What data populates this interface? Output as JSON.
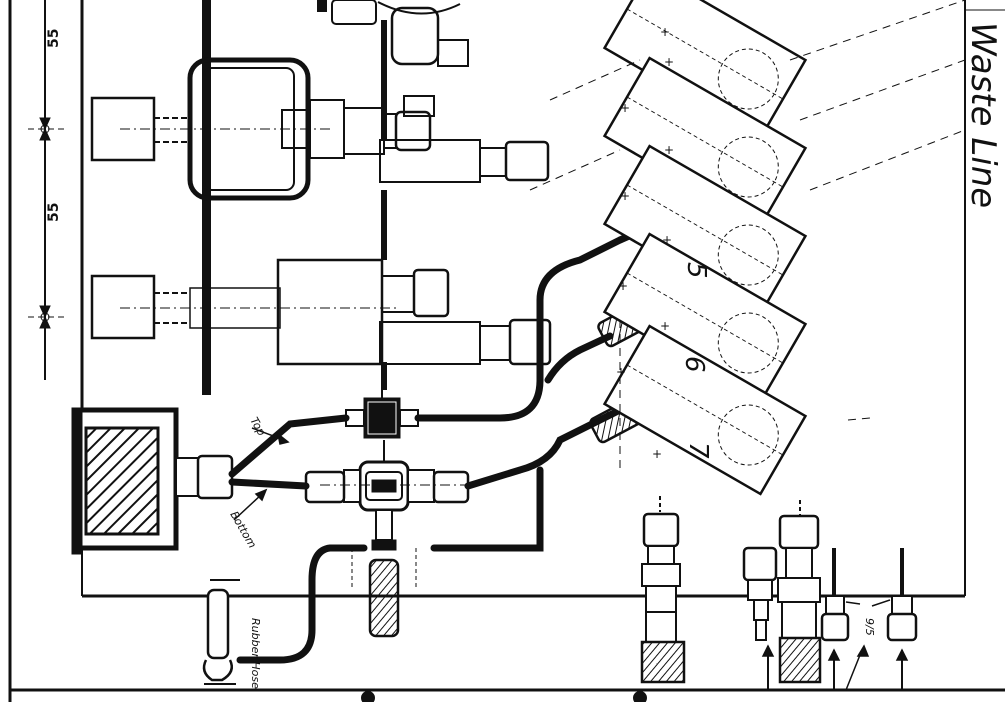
{
  "labels": {
    "title": "Waste Line",
    "dim_upper": "55",
    "dim_lower": "55",
    "top": "Top",
    "bottom": "Bottom",
    "rubber_hose": "Rubber Hose",
    "port_5": "5",
    "port_6": "6",
    "port_7": "7",
    "part_ref": "9/5"
  },
  "colors": {
    "ink": "#111111",
    "paper": "#ffffff",
    "panel": "#f7f7f7"
  }
}
